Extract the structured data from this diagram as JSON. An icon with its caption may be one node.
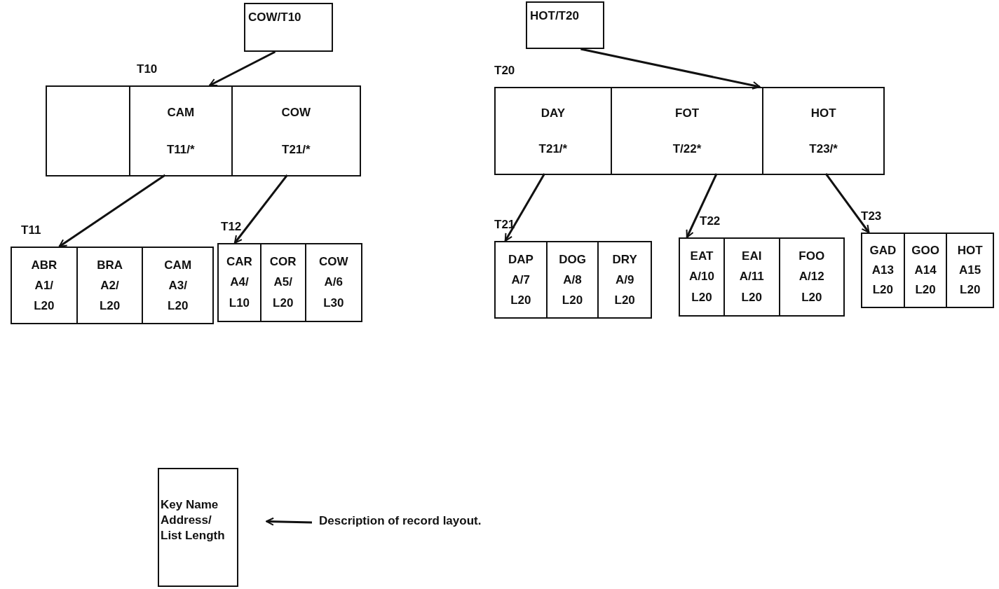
{
  "diagram": {
    "nodes": [
      {
        "text": [
          "COW/T10"
        ]
      },
      {
        "text": [
          "T10"
        ]
      },
      {
        "text": [],
        "shape": "box",
        "in": 1
      },
      {
        "text": [
          "CAM",
          "T11/*"
        ],
        "in": 1
      },
      {
        "text": [
          "COW",
          "T21/*"
        ],
        "in": 1
      },
      {
        "text": [
          "T11"
        ]
      },
      {
        "text": [
          "ABR",
          "A1/",
          "L20"
        ],
        "in": 5
      },
      {
        "text": [
          "BRA",
          "A2/",
          "L20"
        ],
        "in": 5
      },
      {
        "text": [
          "CAM",
          "A3/",
          "L20"
        ],
        "in": 5
      },
      {
        "text": [
          "T12"
        ]
      },
      {
        "text": [
          "CAR",
          "A4/",
          "L10"
        ],
        "in": 9
      },
      {
        "text": [
          "COR",
          "A5/",
          "L20"
        ],
        "in": 9
      },
      {
        "text": [
          "COW",
          "A/6",
          "L30"
        ],
        "in": 9
      },
      {
        "text": [
          "HOT/T20"
        ]
      },
      {
        "text": [
          "T20"
        ]
      },
      {
        "text": [
          "DAY",
          "T21/*"
        ],
        "in": 14
      },
      {
        "text": [
          "FOT",
          "T/22*"
        ],
        "in": 14
      },
      {
        "text": [
          "HOT",
          "T23/*"
        ],
        "in": 14
      },
      {
        "text": [
          "T21"
        ]
      },
      {
        "text": [
          "DAP",
          "A/7",
          "L20"
        ],
        "in": 18
      },
      {
        "text": [
          "DOG",
          "A/8",
          "L20"
        ],
        "in": 18
      },
      {
        "text": [
          "DRY",
          "A/9",
          "L20"
        ],
        "in": 18
      },
      {
        "text": [
          "T22"
        ]
      },
      {
        "text": [
          "EAT",
          "A/10",
          "L20"
        ],
        "in": 22
      },
      {
        "text": [
          "EAI",
          "A/11",
          "L20"
        ],
        "in": 22
      },
      {
        "text": [
          "FOO",
          "A/12",
          "L20"
        ],
        "in": 22
      },
      {
        "text": [
          "T23"
        ]
      },
      {
        "text": [
          "GAD",
          "A13",
          "L20"
        ],
        "in": 26
      },
      {
        "text": [
          "GOO",
          "A14",
          "L20"
        ],
        "in": 26
      },
      {
        "text": [
          "HOT",
          "A15",
          "L20"
        ],
        "in": 26
      },
      {
        "text": [
          "Key Name",
          "Address/",
          "List Length"
        ]
      },
      {
        "text": [
          "Description of record layout."
        ]
      }
    ],
    "edges": [
      {
        "from": 0,
        "to": 1,
        "arrow": "to"
      },
      {
        "from": 3,
        "to": 5,
        "arrow": "to"
      },
      {
        "from": 4,
        "to": 9,
        "arrow": "to"
      },
      {
        "from": 13,
        "to": 14,
        "arrow": "to"
      },
      {
        "from": 15,
        "to": 18,
        "arrow": "to"
      },
      {
        "from": 16,
        "to": 22,
        "arrow": "to"
      },
      {
        "from": 17,
        "to": 26,
        "arrow": "to"
      },
      {
        "from": 31,
        "to": 30,
        "arrow": "to"
      }
    ]
  }
}
